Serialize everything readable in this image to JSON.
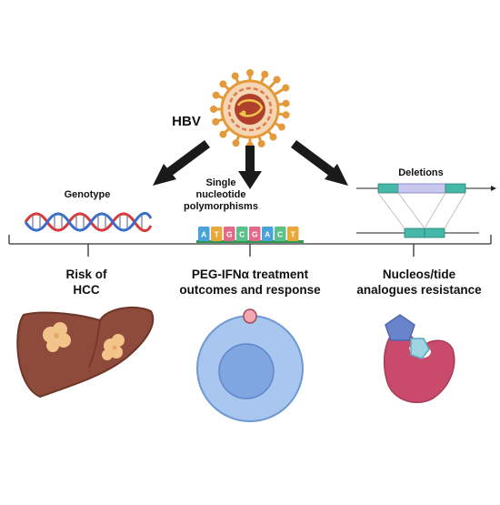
{
  "virus": {
    "label": "HBV"
  },
  "branches": {
    "genotype": {
      "label": "Genotype"
    },
    "snp": {
      "label_lines": [
        "Single",
        "nucleotide",
        "polymorphisms"
      ],
      "sequence": [
        "A",
        "T",
        "G",
        "C",
        "G",
        "A",
        "C",
        "T"
      ]
    },
    "deletions": {
      "label": "Deletions"
    }
  },
  "outcomes": {
    "risk": {
      "label_lines": [
        "Risk of",
        "HCC"
      ]
    },
    "peg": {
      "label_lines": [
        "PEG-IFNα treatment",
        "outcomes and response"
      ]
    },
    "nuc": {
      "label_lines": [
        "Nucleos/tide",
        "analogues resistance"
      ]
    }
  },
  "colors": {
    "virus_shell": "#e49a3a",
    "virus_inner": "#b0402c",
    "arrow": "#1a1a1a",
    "dna_red": "#d63a3a",
    "dna_blue": "#3a6ec9",
    "liver": "#8e4a3a",
    "tumor": "#f2c48a",
    "cell": "#a9c6ef",
    "nucleus": "#7fa6e0",
    "protein": "#c94a6a",
    "drug_blue": "#6a84cc",
    "drug_teal": "#9fd4e2",
    "segment_teal": "#45b8a8",
    "segment_purple": "#c7c7f0"
  }
}
